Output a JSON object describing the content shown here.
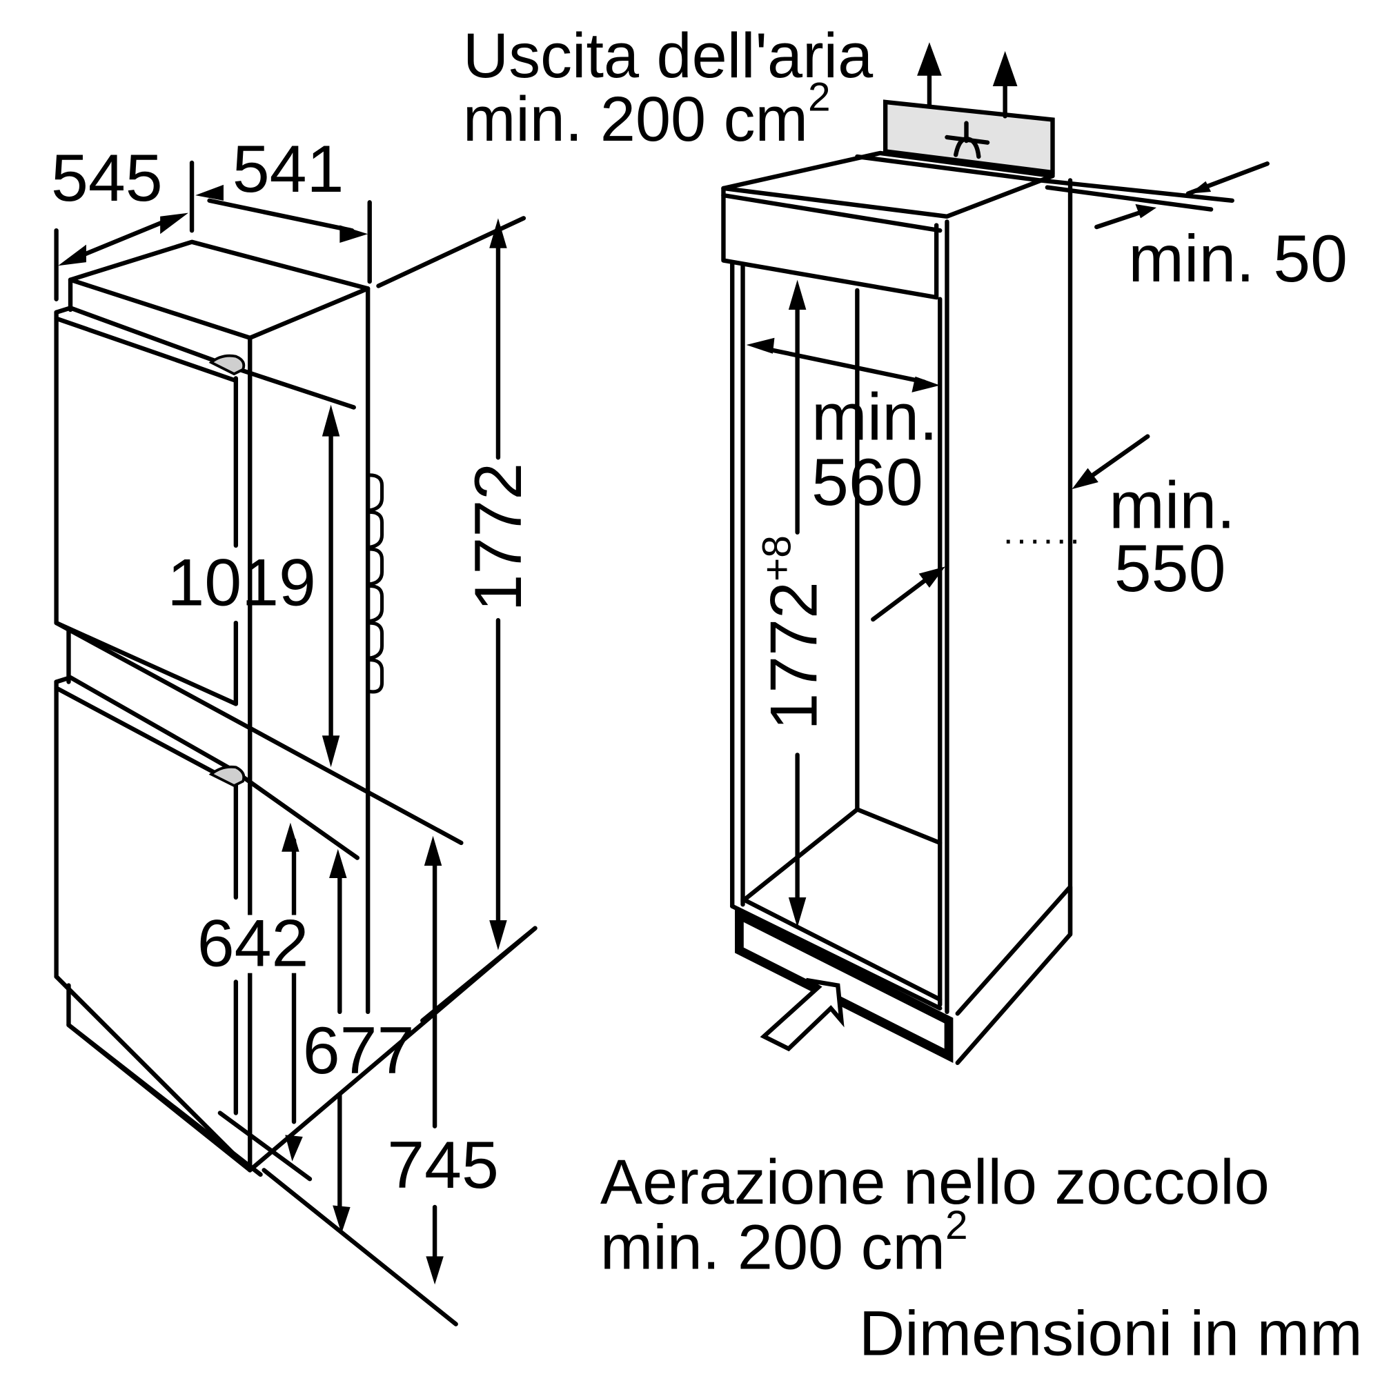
{
  "labels": {
    "air_outlet_line1": "Uscita dell'aria",
    "air_outlet_line2": "min. 200 cm",
    "air_outlet_sup": "2",
    "plinth_vent_line1": "Aerazione nello zoccolo",
    "plinth_vent_line2": "min. 200 cm",
    "plinth_vent_sup": "2",
    "units_note": "Dimensioni in mm",
    "min_gap_top": "min. 50",
    "niche_width_line1": "min.",
    "niche_width_line2": "560",
    "niche_depth_line1": "min.",
    "niche_depth_line2": "550",
    "niche_height": "1772",
    "niche_height_tolerance": "+8"
  },
  "appliance_dimensions": {
    "depth": "545",
    "width": "541",
    "total_height": "1772",
    "upper_section": "1019",
    "lower_door": "642",
    "lower_677": "677",
    "lower_745": "745"
  },
  "colors": {
    "line": "#000000",
    "vent_grille_fill": "#e3e3e3",
    "hinge_fill": "#cfcfcf",
    "background": "#ffffff"
  },
  "icons": {
    "vent_symbol": "fan-vent-icon",
    "airflow_up": "arrow-up-icon",
    "airflow_in": "hollow-arrow-icon"
  }
}
